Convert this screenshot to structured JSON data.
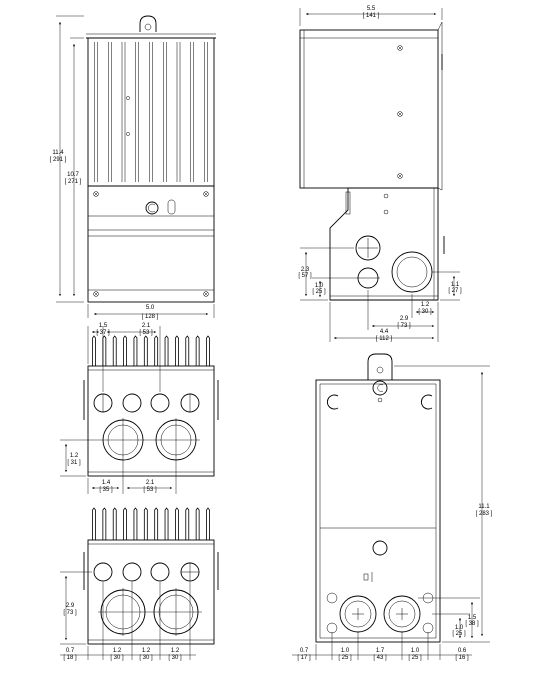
{
  "dims": {
    "front_height_overall": {
      "in": "11.4",
      "mm": "[ 291 ]"
    },
    "front_height_body": {
      "in": "10.7",
      "mm": "[ 271 ]"
    },
    "front_width": {
      "in": "5.0",
      "mm": "[ 128 ]"
    },
    "side_depth": {
      "in": "5.5",
      "mm": "[ 141 ]"
    },
    "side_conduit_height": {
      "in": "2.3",
      "mm": "[ 57 ]"
    },
    "side_conduit_low": {
      "in": "1.0",
      "mm": "[ 25 ]"
    },
    "side_right_low": {
      "in": "1.1",
      "mm": "[ 27 ]"
    },
    "side_offset_small": {
      "in": "1.2",
      "mm": "[ 30 ]"
    },
    "side_offset_mid": {
      "in": "2.9",
      "mm": "[ 73 ]"
    },
    "side_depth_bottom": {
      "in": "4.4",
      "mm": "[ 112 ]"
    },
    "top_left": {
      "in": "1.5",
      "mm": "[ 37 ]"
    },
    "top_span": {
      "in": "2.1",
      "mm": "[ 53 ]"
    },
    "top_height": {
      "in": "1.2",
      "mm": "[ 31 ]"
    },
    "top_bottom_left": {
      "in": "1.4",
      "mm": "[ 35 ]"
    },
    "top_bottom_span": {
      "in": "2.1",
      "mm": "[ 53 ]"
    },
    "bottom_height": {
      "in": "2.9",
      "mm": "[ 73 ]"
    },
    "bottom_left": {
      "in": "0.7",
      "mm": "[ 18 ]"
    },
    "bottom_pitch_1": {
      "in": "1.2",
      "mm": "[ 30 ]"
    },
    "bottom_pitch_2": {
      "in": "1.2",
      "mm": "[ 30 ]"
    },
    "bottom_pitch_3": {
      "in": "1.2",
      "mm": "[ 30 ]"
    },
    "back_height": {
      "in": "11.1",
      "mm": "[ 283 ]"
    },
    "back_ko_high": {
      "in": "1.5",
      "mm": "[ 38 ]"
    },
    "back_ko_low": {
      "in": "1.0",
      "mm": "[ 25 ]"
    },
    "back_right_edge": {
      "in": "0.6",
      "mm": "[ 16 ]"
    },
    "back_left_edge": {
      "in": "0.7",
      "mm": "[ 17 ]"
    },
    "back_pitch_1": {
      "in": "1.0",
      "mm": "[ 25 ]"
    },
    "back_pitch_2": {
      "in": "1.7",
      "mm": "[ 43 ]"
    },
    "back_pitch_3": {
      "in": "1.0",
      "mm": "[ 25 ]"
    }
  },
  "views": {
    "front": {
      "fins": 9
    },
    "top": {
      "fins": 12
    },
    "bottom": {
      "fins": 12
    }
  }
}
